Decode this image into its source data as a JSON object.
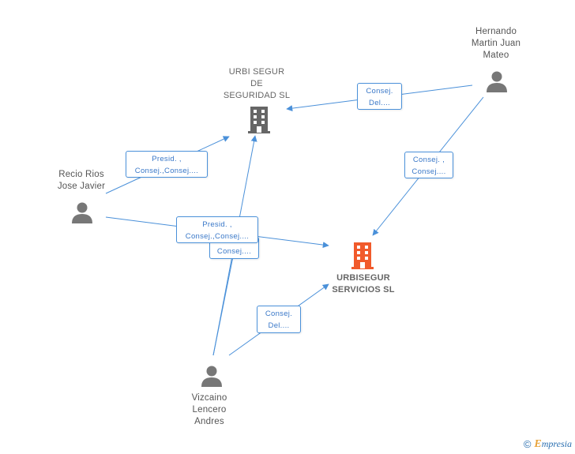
{
  "people": {
    "hernando": {
      "lines": [
        "Hernando",
        "Martin Juan",
        "Mateo"
      ]
    },
    "recio": {
      "lines": [
        "Recio Rios",
        "Jose Javier"
      ]
    },
    "vizcaino": {
      "lines": [
        "Vizcaino",
        "Lencero",
        "Andres"
      ]
    }
  },
  "companies": {
    "urbi_segur": {
      "lines": [
        "URBI SEGUR",
        "DE",
        "SEGURIDAD SL"
      ],
      "icon": "building-icon",
      "color": "#666666"
    },
    "urbisegur_servicios": {
      "lines": [
        "URBISEGUR",
        "SERVICIOS SL"
      ],
      "icon": "building-icon",
      "color": "#f15a2b"
    }
  },
  "edges": {
    "hernando_urbi": {
      "lines": [
        "Consej.",
        "Del...."
      ]
    },
    "hernando_servicios": {
      "lines": [
        "Consej. ,",
        "Consej...."
      ]
    },
    "recio_urbi": {
      "lines": [
        "Presid. ,",
        "Consej.,Consej...."
      ]
    },
    "recio_servicios": {
      "lines": [
        "Presid. ,",
        "Consej.,Consej...."
      ]
    },
    "vizcaino_urbi": {
      "lines": [
        "Consej...."
      ]
    },
    "vizcaino_servicios": {
      "lines": [
        "Consej.",
        "Del...."
      ]
    }
  },
  "colors": {
    "edge": "#4a90d9",
    "person": "#777777",
    "building_gray": "#666666",
    "building_orange": "#f15a2b"
  },
  "footer": {
    "copyright": "©",
    "brand_initial": "E",
    "brand_rest": "mpresia"
  }
}
